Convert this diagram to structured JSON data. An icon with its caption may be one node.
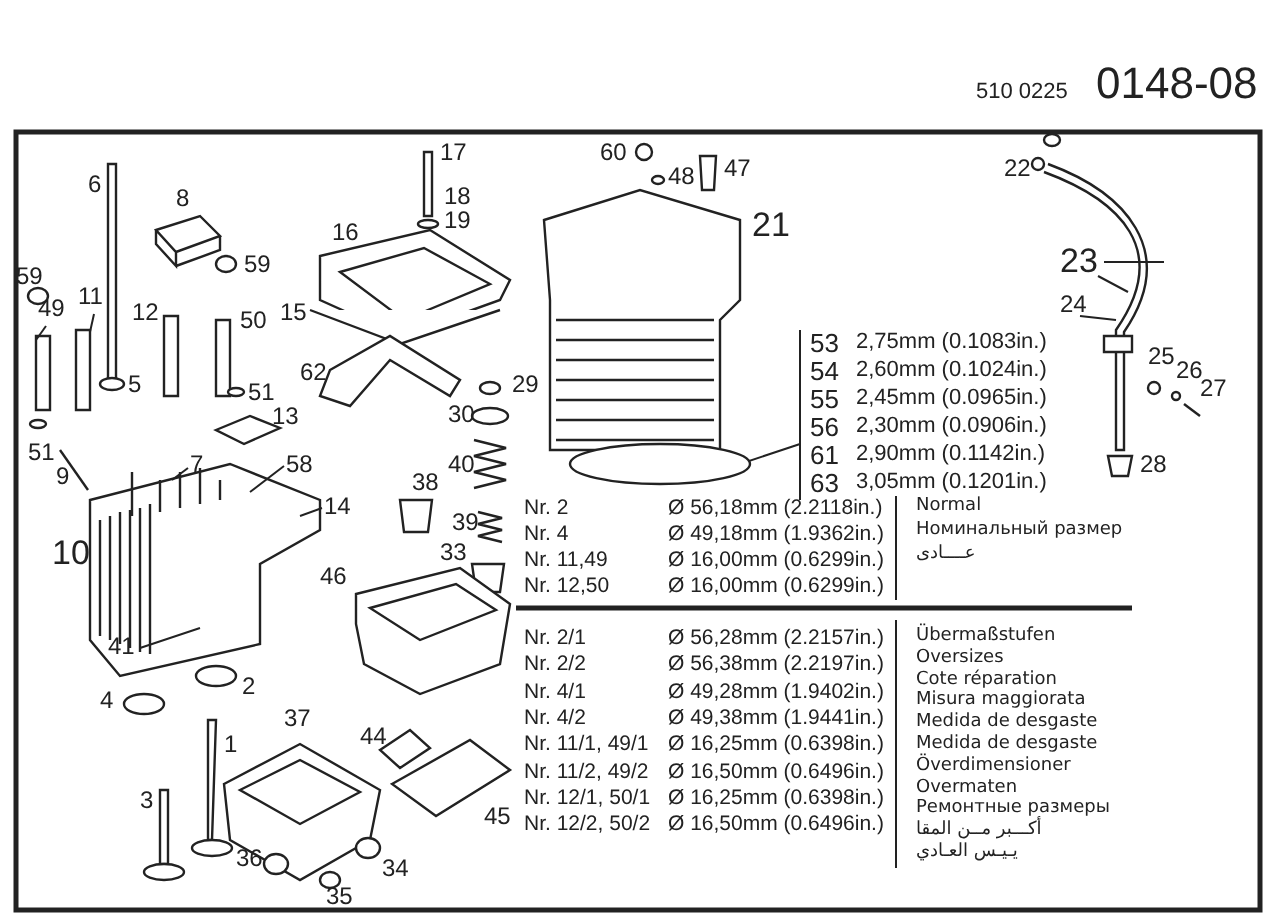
{
  "diagram": {
    "nodes": [
      {
        "text": [
          "49"
        ]
      },
      {
        "text": [
          "11"
        ]
      },
      {
        "text": [
          "7"
        ]
      },
      {
        "text": [
          "58"
        ]
      },
      {
        "text": [
          "23"
        ]
      },
      {
        "text": [
          "24"
        ]
      },
      {
        "text": [
          "14"
        ]
      },
      {
        "text": [
          "41"
        ]
      }
    ],
    "edges": [
      {
        "from": 0,
        "to": null,
        "arrow": "none"
      },
      {
        "from": 1,
        "to": null,
        "arrow": "none"
      },
      {
        "from": 2,
        "to": null,
        "arrow": "none"
      },
      {
        "from": 3,
        "to": null,
        "arrow": "none"
      },
      {
        "from": 4,
        "to": null,
        "arrow": "none"
      },
      {
        "from": 4,
        "to": null,
        "arrow": "none"
      },
      {
        "from": 5,
        "to": null,
        "arrow": "none"
      },
      {
        "from": 6,
        "to": null,
        "arrow": "none"
      },
      {
        "from": 7,
        "to": null,
        "arrow": "none"
      }
    ],
    "labels": [
      "510 0225",
      "0148-08",
      "6",
      "8",
      "17",
      "16",
      "18",
      "19",
      "60",
      "47",
      "48",
      "22",
      "21",
      "59",
      "59",
      "12",
      "50",
      "15",
      "5",
      "62",
      "51",
      "29",
      "13",
      "30",
      "51",
      "25",
      "26",
      "27",
      "40",
      "9",
      "28",
      "38",
      "39",
      "10",
      "33",
      "46",
      "2",
      "4",
      "37",
      "44",
      "1",
      "3",
      "45",
      "36",
      "34",
      "35",
      "53",
      "2,75mm (0.1083in.)",
      "54",
      "2,60mm (0.1024in.)",
      "55",
      "2,45mm (0.0965in.)",
      "56",
      "2,30mm (0.0906in.)",
      "61",
      "2,90mm (0.1142in.)",
      "63",
      "3,05mm (0.1201in.)",
      "Nr. 2",
      "Ø 56,18mm (2.2118in.)",
      "Nr. 4",
      "Ø 49,18mm (1.9362in.)",
      "Nr. 11,49",
      "Ø 16,00mm (0.6299in.)",
      "Nr. 12,50",
      "Ø 16,00mm (0.6299in.)",
      "Normal",
      "Номинальный размер",
      "عــــادى",
      "Nr. 2/1",
      "Ø 56,28mm (2.2157in.)",
      "Nr. 2/2",
      "Ø 56,38mm (2.2197in.)",
      "Nr. 4/1",
      "Ø 49,28mm (1.9402in.)",
      "Nr. 4/2",
      "Ø 49,38mm (1.9441in.)",
      "Nr. 11/1, 49/1",
      "Ø 16,25mm (0.6398in.)",
      "Nr. 11/2, 49/2",
      "Ø 16,50mm (0.6496in.)",
      "Nr. 12/1, 50/1",
      "Ø 16,25mm (0.6398in.)",
      "Nr. 12/2, 50/2",
      "Ø 16,50mm (0.6496in.)",
      "Übermaßstufen",
      "Oversizes",
      "Cote réparation",
      "Misura maggiorata",
      "Medida de desgaste",
      "Medida de desgaste",
      "Överdimensioner",
      "Overmaten",
      "Ремонтные размеры",
      "أكـــبر مــن المقا",
      "يـيـس العـادي"
    ]
  }
}
